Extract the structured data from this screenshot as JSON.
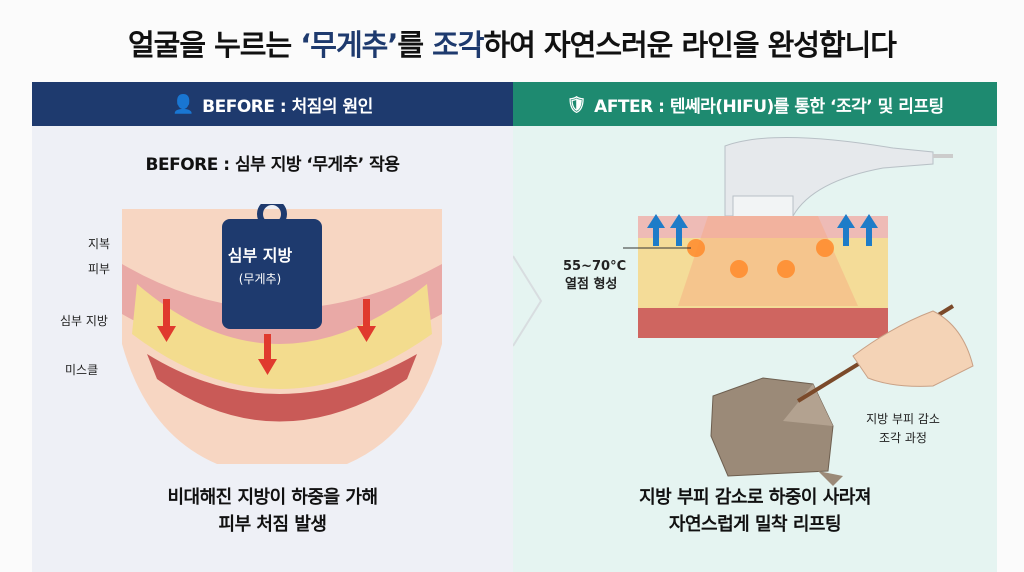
{
  "title": {
    "part1": "얼굴을 누르는 ",
    "highlight1": "‘무게추’",
    "part2": "를 ",
    "highlight2": "조각",
    "part3": "하여 자연스러운 라인을 완성합니다"
  },
  "before": {
    "header": "BEFORE : 처짐의 원인",
    "subtitle": "BEFORE : 심부 지방 ‘무게추’ 작용",
    "weight_label": "심부 지방",
    "weight_sub": "(무게추)",
    "labels": [
      "지복",
      "피부",
      "심부 지방",
      "미스클"
    ],
    "bottom_line1": "비대해진 지방이 하중을 가해",
    "bottom_line2": "피부 처짐 발생"
  },
  "after": {
    "header": "AFTER : 텐쎄라(HIFU)를 통한 ‘조각’ 및 리프팅",
    "temp_label": "55~70°C",
    "heat_label": "열점 형성",
    "sculpt_line1": "지방 부피 감소",
    "sculpt_line2": "조각 과정",
    "bottom_line1": "지방 부피 감소로 하중이 사라져",
    "bottom_line2": "자연스럽게 밀착 리프팅"
  },
  "colors": {
    "navy": "#1e3a6e",
    "teal": "#1e8a70",
    "arrow_red": "#e03a2e",
    "arrow_blue": "#1e7cc8"
  }
}
